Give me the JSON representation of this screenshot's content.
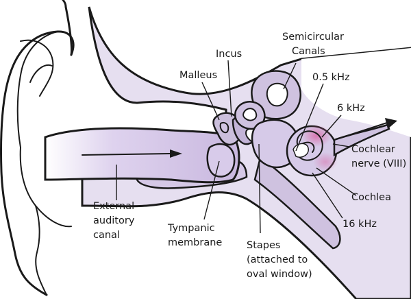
{
  "colors": {
    "tissue_light": "#e6dff0",
    "tissue_mid": "#cfc2e0",
    "tissue_dark": "#b8a6d0",
    "canal": "#d9cceb",
    "high_freq": "#d86aa8",
    "ink": "#1a1a1a"
  },
  "labels": {
    "external_auditory_canal": [
      "External",
      "auditory",
      "canal"
    ],
    "tympanic_membrane": [
      "Tympanic",
      "membrane"
    ],
    "malleus": "Malleus",
    "incus": "Incus",
    "semicircular_canals": [
      "Semicircular",
      "Canals"
    ],
    "freq_low": "0.5 kHz",
    "freq_mid": "6 kHz",
    "freq_high": "16 kHz",
    "cochlear_nerve": [
      "Cochlear",
      "nerve (VIII)"
    ],
    "cochlea": "Cochlea",
    "stapes": [
      "Stapes",
      "(attached to",
      "oval window)"
    ]
  }
}
